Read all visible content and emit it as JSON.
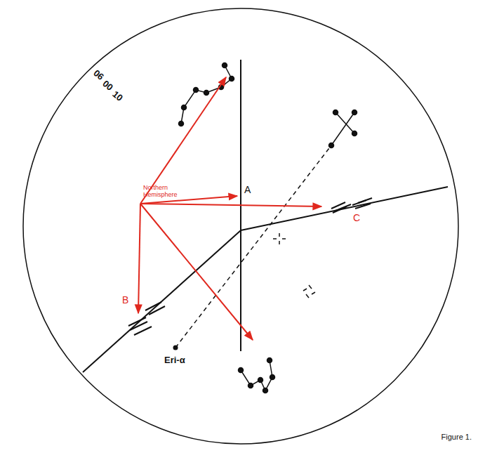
{
  "diagram": {
    "caption": "Figure 1.",
    "labels": [
      "Northern Hemisphere",
      "A",
      "B",
      "C",
      "Eri-α",
      "06",
      "00",
      "10"
    ]
  }
}
